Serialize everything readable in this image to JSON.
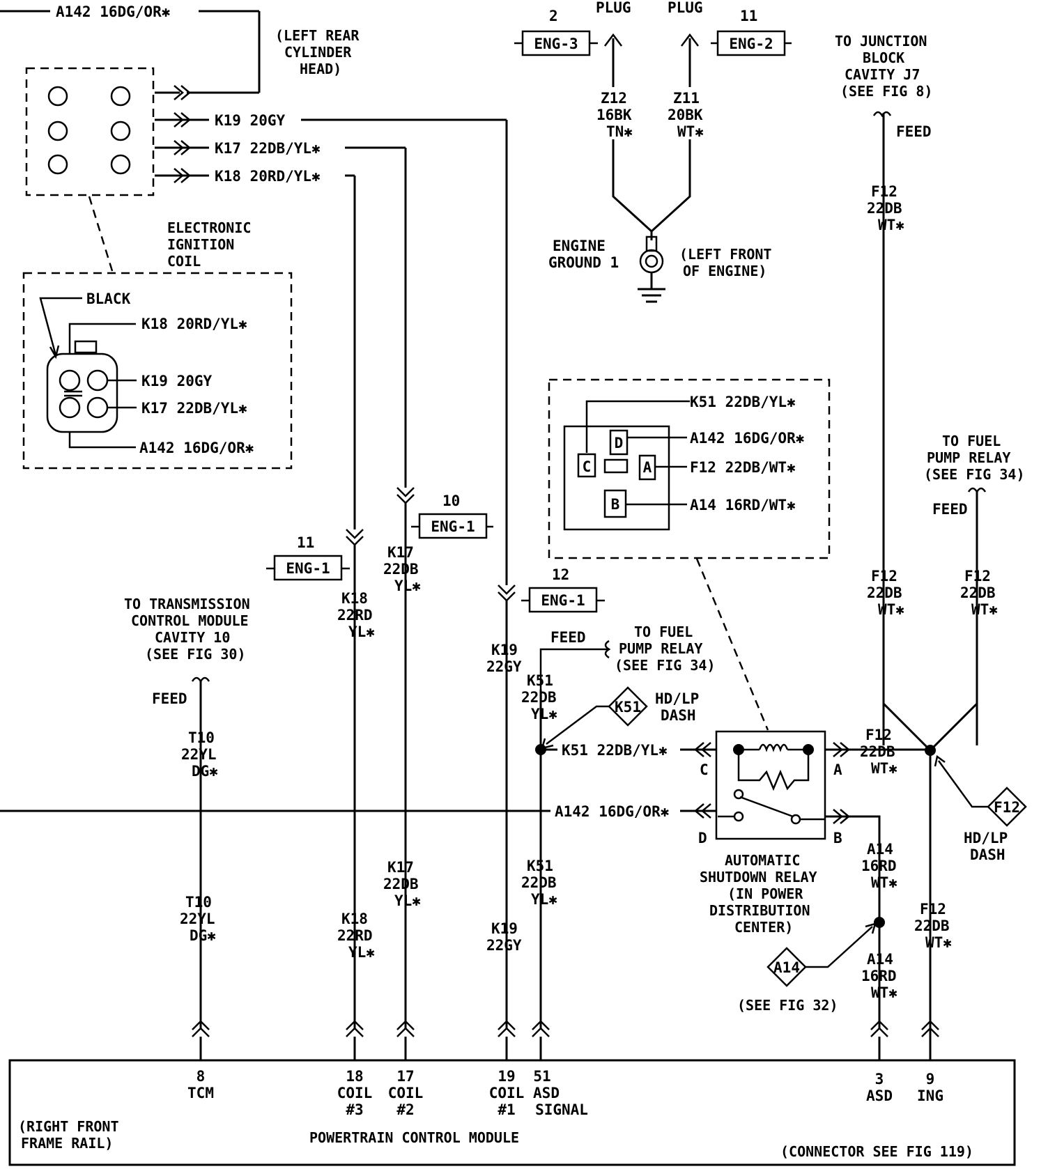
{
  "wires": {
    "top_a142": "A142 16DG/OR✱",
    "k19_20gy": "K19 20GY",
    "k17_22db": "K17 22DB/YL✱",
    "k18_20rd": "K18 20RD/YL✱",
    "k51_box": "K51 22DB/YL✱",
    "a142_box": "A142 16DG/OR✱",
    "f12_box": "F12 22DB/WT✱",
    "a14_box": "A14 16RD/WT✱",
    "k51_relay": "K51 22DB/YL✱",
    "a142_relay": "A142 16DG/OR✱"
  },
  "labels": {
    "left_rear_cyl": [
      "(LEFT REAR",
      "CYLINDER",
      "HEAD)"
    ],
    "eic": [
      "ELECTRONIC",
      "IGNITION",
      "COIL"
    ],
    "black": "BLACK",
    "coil_k18": "K18 20RD/YL✱",
    "coil_k19": "K19 20GY",
    "coil_k17": "K17 22DB/YL✱",
    "coil_a142": "A142 16DG/OR✱",
    "plug": "PLUG",
    "plug2_num": "2",
    "plug11_num": "11",
    "eng3": "ENG-3",
    "eng2": "ENG-2",
    "z12": [
      "Z12",
      "16BK",
      "TN✱"
    ],
    "z11": [
      "Z11",
      "20BK",
      "WT✱"
    ],
    "engine_ground": [
      "ENGINE",
      "GROUND 1"
    ],
    "left_front_engine": [
      "(LEFT FRONT",
      "OF ENGINE)"
    ],
    "to_junction": [
      "TO JUNCTION",
      "BLOCK",
      "CAVITY J7",
      "(SEE FIG 8)"
    ],
    "feed": "FEED",
    "f12_top": [
      "F12",
      "22DB",
      "WT✱"
    ],
    "to_fuel_pump_right": [
      "TO FUEL",
      "PUMP RELAY",
      "(SEE FIG 34)"
    ],
    "to_fuel_pump_mid": [
      "TO FUEL",
      "PUMP RELAY",
      "(SEE FIG 34)"
    ],
    "eng1": "ENG-1",
    "n10": "10",
    "n11": "11",
    "n12": "12",
    "k17_mid": [
      "K17",
      "22DB",
      "YL✱"
    ],
    "k18_mid": [
      "K18",
      "22RD",
      "YL✱"
    ],
    "k19_mid": [
      "K19",
      "22GY"
    ],
    "k51_mid": [
      "K51",
      "22DB",
      "YL✱"
    ],
    "to_tcm": [
      "TO TRANSMISSION",
      "CONTROL MODULE",
      "CAVITY 10",
      "(SEE FIG 30)"
    ],
    "t10": [
      "T10",
      "22YL",
      "DG✱"
    ],
    "k51_diamond": "K51",
    "hdlp": [
      "HD/LP",
      "DASH"
    ],
    "f12_diamond": "F12",
    "a14_diamond": "A14",
    "see_fig32": "(SEE FIG 32)",
    "asd_relay": [
      "AUTOMATIC",
      "SHUTDOWN RELAY",
      "(IN POWER",
      "DISTRIBUTION",
      "CENTER)"
    ],
    "a14_wire": [
      "A14",
      "16RD",
      "WT✱"
    ],
    "relay_c": "C",
    "relay_a": "A",
    "relay_d": "D",
    "relay_b": "B",
    "box_c": "C",
    "box_d": "D",
    "box_a": "A",
    "box_b": "B",
    "f12_right": [
      "F12",
      "22DB",
      "WT✱"
    ],
    "pcm_title": "POWERTRAIN CONTROL MODULE",
    "right_frame": [
      "(RIGHT FRONT",
      "FRAME RAIL)"
    ],
    "connector_see": "(CONNECTOR SEE FIG 119)",
    "pin8": [
      "8",
      "TCM"
    ],
    "pin18": [
      "18",
      "COIL",
      "#3"
    ],
    "pin17": [
      "17",
      "COIL",
      "#2"
    ],
    "pin19": [
      "19",
      "COIL",
      "#1"
    ],
    "pin51": [
      "51",
      "ASD",
      "SIGNAL"
    ],
    "pin3": [
      "3",
      "ASD"
    ],
    "pin9": [
      "9",
      "ING"
    ]
  }
}
